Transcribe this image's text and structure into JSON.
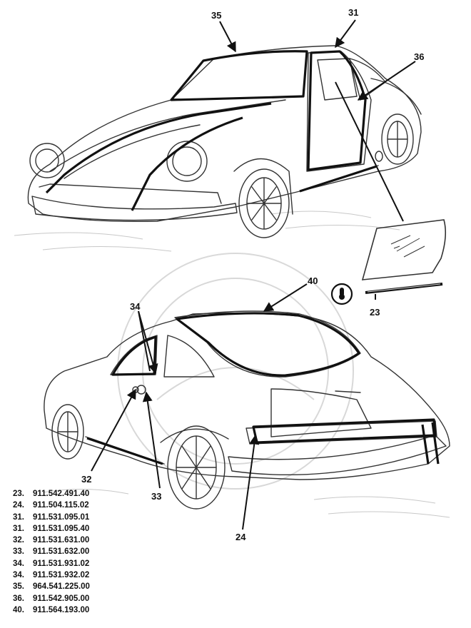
{
  "callouts": {
    "c35": "35",
    "c31": "31",
    "c36": "36",
    "c40": "40",
    "c34": "34",
    "c23": "23",
    "c32": "32",
    "c33": "33",
    "c24": "24"
  },
  "parts": [
    {
      "num": "23.",
      "code": "911.542.491.40"
    },
    {
      "num": "24.",
      "code": "911.504.115.02"
    },
    {
      "num": "31.",
      "code": "911.531.095.01"
    },
    {
      "num": "31.",
      "code": "911.531.095.40"
    },
    {
      "num": "32.",
      "code": "911.531.631.00"
    },
    {
      "num": "33.",
      "code": "911.531.632.00"
    },
    {
      "num": "34.",
      "code": "911.531.931.02"
    },
    {
      "num": "34.",
      "code": "911.531.932.02"
    },
    {
      "num": "35.",
      "code": "964.541.225.00"
    },
    {
      "num": "36.",
      "code": "911.542.905.00"
    },
    {
      "num": "40.",
      "code": "911.564.193.00"
    }
  ],
  "colors": {
    "line": "#222222",
    "faint": "#bbbbbb",
    "seal": "#111111"
  }
}
